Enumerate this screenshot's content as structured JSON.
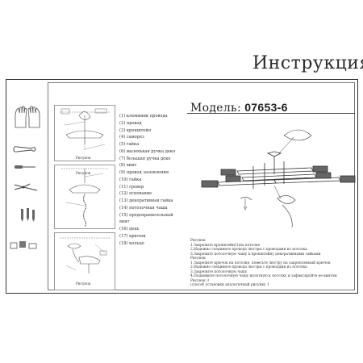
{
  "title": "Инструкция",
  "model": {
    "label": "Модель:",
    "number": "07653-6"
  },
  "parts": [
    "(1) клеммник провода",
    "(2) провод",
    "(3) кронштейн",
    "(4) саморез",
    "(5) гайка",
    "(6) маленькая ручка деко",
    "(7) большая ручка деко",
    "(8) винт",
    "(9) провод заземления",
    "(10) гайка",
    "(11) гровер",
    "(12) основание",
    "(13) декоративная гайка",
    "(14) потолочная чаша",
    "(15) предохранительный",
    "винт",
    "(16) цепь",
    "(17) крючок",
    "(18) кольцо"
  ],
  "panel_captions": [
    "Рисунок",
    "Рисунок",
    "Рисунок"
  ],
  "instructions": [
    "Рисунок",
    "1.Закрепите кронштейн(3)на потолке",
    "2.Надежно соедините провода люстры с проводами из потолка",
    "3.Закрепите потолочную чашу к кронштейну декоративными гайками",
    "Рисунок",
    "1.Закрепите крючок на потолке, повесьте люстру на закрепленный крючок",
    "2.Надежно соедините провода люстры с проводами из потолка",
    "3.Закрепите потолочную чашу",
    "4.Поднимите потолочную чашу вплотную к потолку и зафиксируйте ее винтом",
    "Рисунок 3",
    "(способ установки аналогичный рисунку 1"
  ],
  "icons": [
    "gloves-icon",
    "wrench-icon",
    "screwdriver-icon",
    "pliers-icon",
    "screws-icon",
    "connector-icon"
  ]
}
